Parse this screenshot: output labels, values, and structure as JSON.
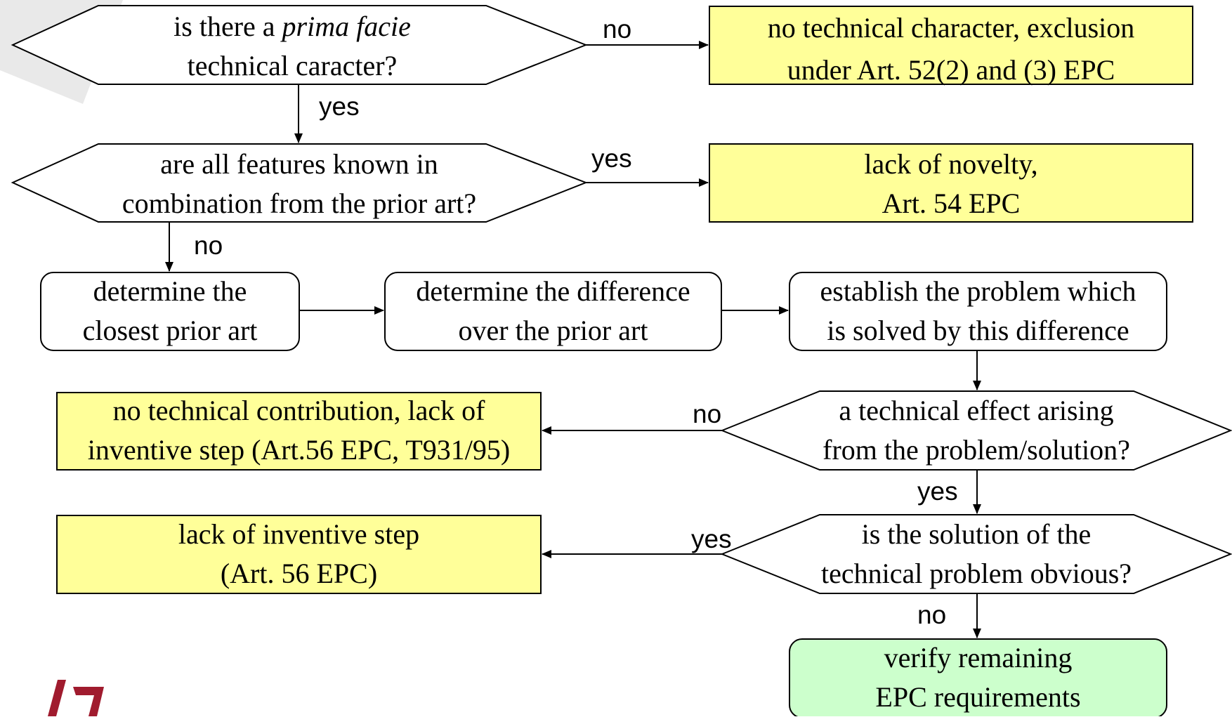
{
  "decisions": {
    "technical_character": {
      "line1_prefix": "is there a ",
      "line1_italic": "prima facie",
      "line2": "technical caracter?"
    },
    "novelty": {
      "line1": "are all features known in",
      "line2": "combination from the prior art?"
    },
    "technical_effect": {
      "line1": "a technical effect arising",
      "line2": "from the problem/solution?"
    },
    "obviousness": {
      "line1": "is the solution of the",
      "line2": "technical problem obvious?"
    }
  },
  "steps": {
    "closest_prior_art": {
      "line1": "determine the",
      "line2": "closest prior art"
    },
    "difference": {
      "line1": "determine the difference",
      "line2": "over the prior art"
    },
    "problem": {
      "line1": "establish the problem which",
      "line2": "is solved by this difference"
    }
  },
  "outcomes": {
    "no_technical_character": {
      "line1": "no technical character, exclusion",
      "line2": "under Art. 52(2) and (3) EPC"
    },
    "lack_of_novelty": {
      "line1": "lack of novelty,",
      "line2": "Art. 54 EPC"
    },
    "no_technical_contribution": {
      "line1": "no technical contribution, lack of",
      "line2": "inventive step (Art.56 EPC, T931/95)"
    },
    "lack_of_inventive_step": {
      "line1": "lack of inventive step",
      "line2": "(Art. 56 EPC)"
    },
    "verify_remaining": {
      "line1": "verify remaining",
      "line2": "EPC requirements"
    }
  },
  "edge_labels": {
    "tc_no": "no",
    "tc_yes": "yes",
    "nov_yes": "yes",
    "nov_no": "no",
    "effect_no": "no",
    "effect_yes": "yes",
    "obv_yes": "yes",
    "obv_no": "no"
  },
  "colors": {
    "outcome_fill": "#ffff99",
    "final_fill": "#ccffcc",
    "stroke": "#000000",
    "logo": "#a01b2e",
    "background_wedge": "#e6e6e6"
  }
}
